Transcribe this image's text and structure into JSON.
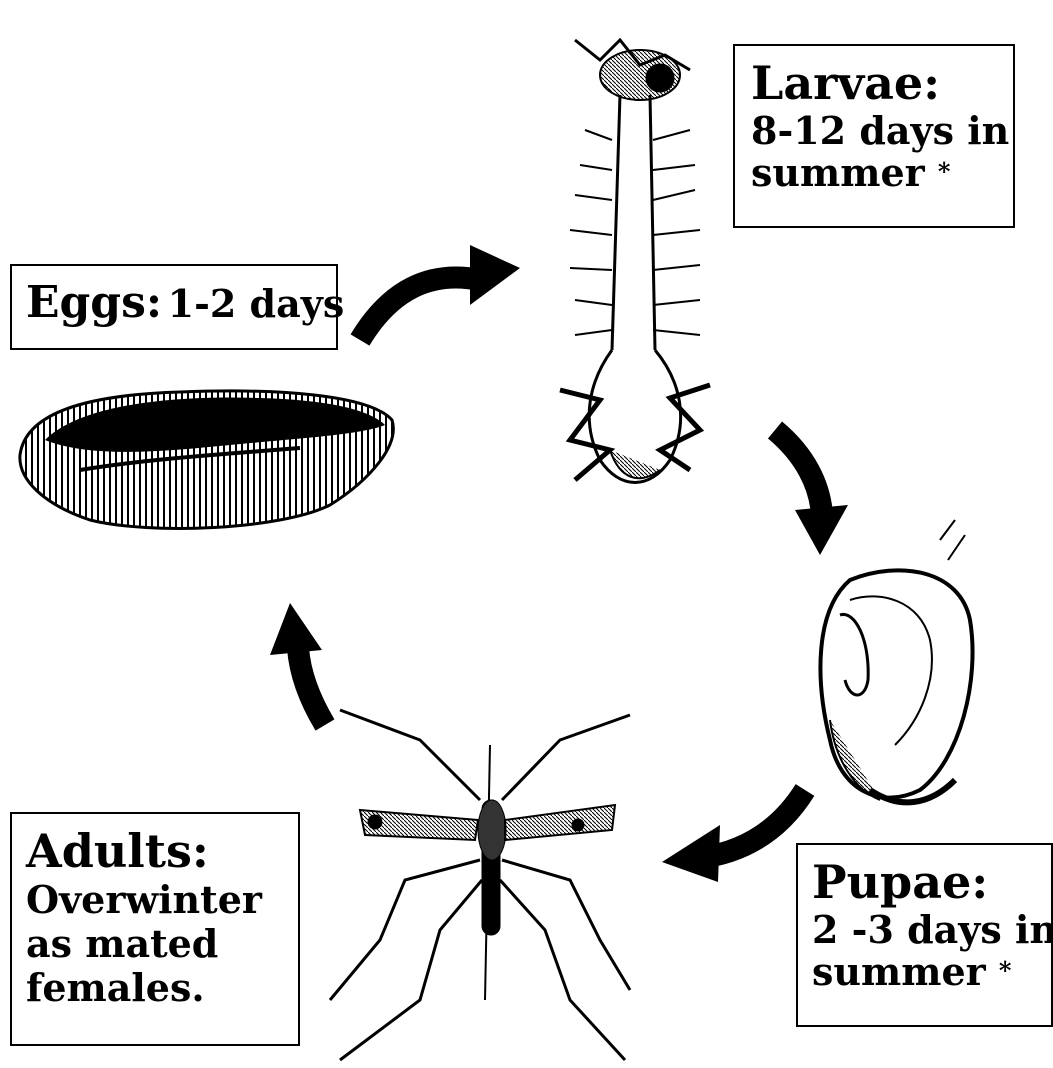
{
  "stages": {
    "eggs": {
      "name": "Eggs:",
      "detail": "1-2 days"
    },
    "larvae": {
      "name": "Larvae:",
      "detail_lines": [
        "8-12 days in",
        "summer"
      ],
      "note_mark": "*"
    },
    "pupae": {
      "name": "Pupae:",
      "detail_lines": [
        "2 -3 days in",
        "summer"
      ],
      "note_mark": "*"
    },
    "adults": {
      "name": "Adults:",
      "detail_lines": [
        "Overwinter",
        "as mated",
        "females."
      ]
    }
  },
  "colors": {
    "ink": "#000000",
    "paper": "#ffffff"
  }
}
